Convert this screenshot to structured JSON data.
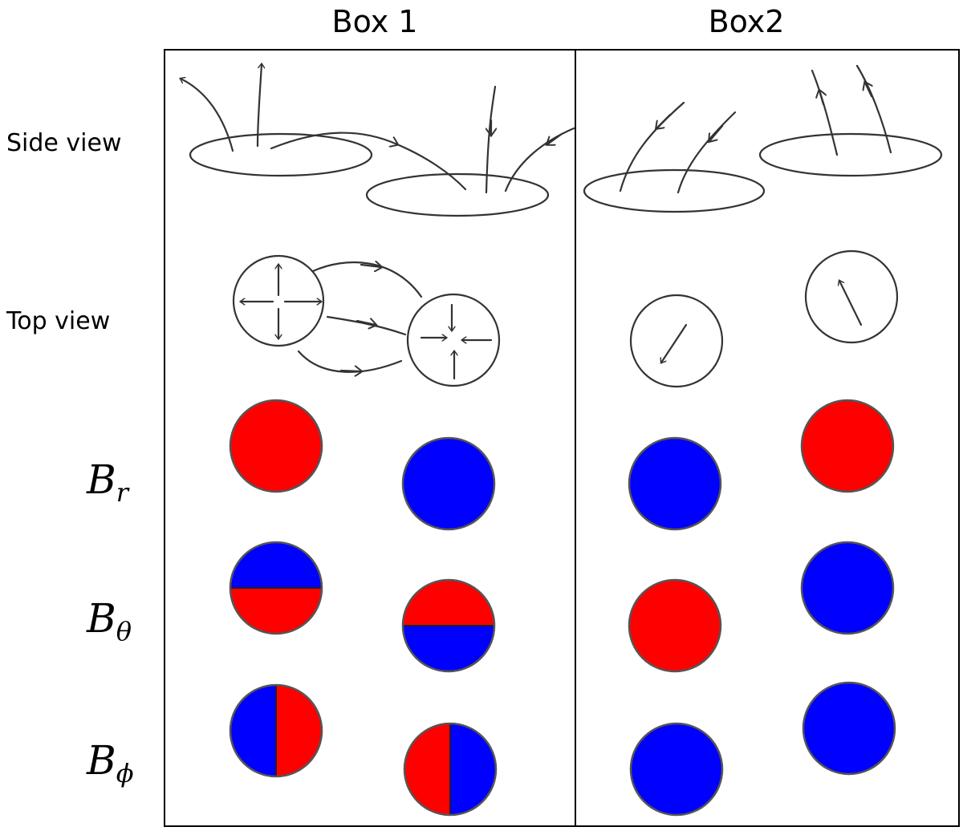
{
  "columns": {
    "box1": "Box 1",
    "box2": "Box2"
  },
  "rows": {
    "side_view": "Side view",
    "top_view": "Top view",
    "br": {
      "base": "B",
      "sub": "r"
    },
    "btheta": {
      "base": "B",
      "sub": "θ"
    },
    "bphi": {
      "base": "B",
      "sub": "ϕ"
    }
  },
  "colors": {
    "positive": "#ff0000",
    "negative": "#0000ff",
    "line": "#333333",
    "frame": "#000000"
  },
  "disc_fills": {
    "box1": {
      "br": [
        "positive",
        "negative"
      ],
      "btheta": [
        [
          "negative",
          "positive"
        ],
        [
          "positive",
          "negative"
        ]
      ],
      "bphi": [
        [
          "negative",
          "positive"
        ],
        [
          "positive",
          "negative"
        ]
      ]
    },
    "box2": {
      "br": [
        "negative",
        "positive"
      ],
      "btheta": [
        "positive",
        "negative"
      ],
      "bphi": [
        "negative",
        "negative"
      ]
    }
  }
}
